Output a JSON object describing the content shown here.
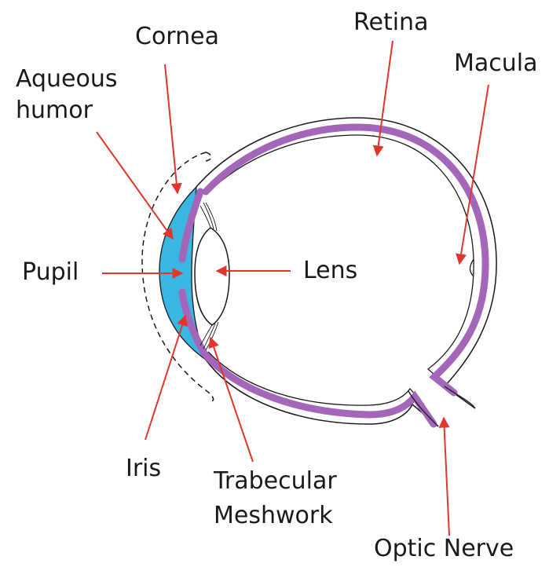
{
  "labels": {
    "cornea": "Cornea",
    "retina": "Retina",
    "macula": "Macula",
    "aqueous_line1": "Aqueous",
    "aqueous_line2": "humor",
    "pupil": "Pupil",
    "lens": "Lens",
    "iris": "Iris",
    "trabecular_line1": "Trabecular",
    "trabecular_line2": "Meshwork",
    "optic_nerve": "Optic Nerve"
  },
  "colors": {
    "outline": "#1a1a1a",
    "retina_layer": "#a366b8",
    "aqueous_humor": "#3ab6e3",
    "pointer": "#e0362b",
    "background": "#ffffff"
  }
}
